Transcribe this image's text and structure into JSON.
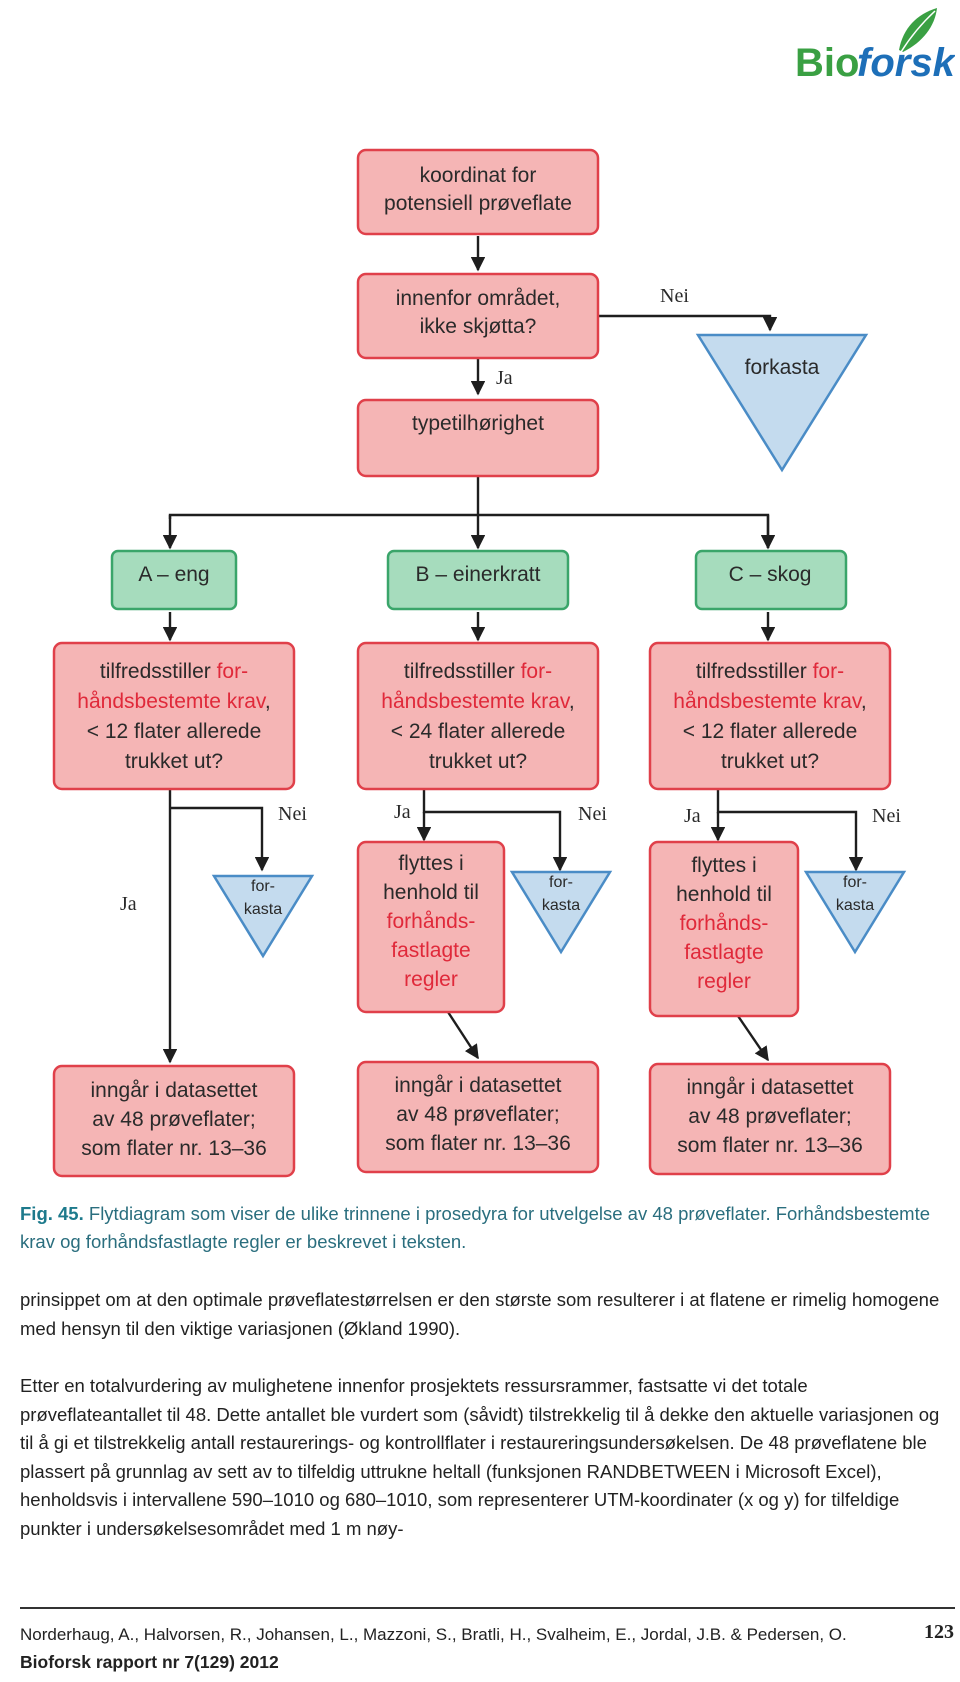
{
  "logo": {
    "text_bio": "Bio",
    "text_forsk": "forsk",
    "color_green": "#3aa043",
    "color_blue": "#1d6fb8"
  },
  "flowchart": {
    "start": [
      "koordinat for",
      "potensiell prøveflate"
    ],
    "check_area": [
      "innenfor området,",
      "ikke skjøtta?"
    ],
    "reject_main": "forkasta",
    "type": "typetilhørighet",
    "label_nei": "Nei",
    "label_ja": "Ja",
    "categories": [
      "A – eng",
      "B – einerkratt",
      "C – skog"
    ],
    "requirement": {
      "part1": "tilfredsstiller ",
      "part2": "for-",
      "part3": "håndsbestemte krav",
      "part4": ",",
      "count_a": "< 12 flater allerede",
      "count_b": "< 24 flater allerede",
      "count_c": "< 12 flater allerede",
      "last": "trukket ut?"
    },
    "reject_small": [
      "for-",
      "kasta"
    ],
    "move": [
      "flyttes i",
      "henhold til",
      "forhånds-",
      "fastlagte",
      "regler"
    ],
    "result": [
      "inngår i datasettet",
      "av 48 prøveflater;",
      "som flater nr. 13–36"
    ]
  },
  "caption": {
    "fig_label": "Fig. 45.",
    "text": " Flytdiagram som viser de ulike trinnene i prosedyra for utvelgelse av 48 prøveflater. Forhånds­bestemte krav og forhåndsfastlagte regler er beskrevet i teksten."
  },
  "body": {
    "para1": "prinsippet om at den optimale prøveflatestørrelsen er den største som resulterer i at flatene er rimelig homogene med hensyn til den viktige variasjonen (Økland 1990).",
    "para2": "Etter en totalvurdering av mulighetene innenfor prosjektets ressursrammer, fastsatte vi det totale prøveflateantallet til 48. Dette antallet ble vurdert som (såvidt) tilstrekkelig til å dekke den aktuelle variasjonen og til å gi et tilstrekkelig antall restaurerings- og kontrollflater i restaureringsundersøk­elsen. De 48 prøveflatene ble plassert på grunnlag av sett av to tilfeldig uttrukne heltall (funksjonen RANDBETWEEN i Microsoft Excel), henholdsvis i intervallene 590–1010 og 680–1010, som re­presenterer UTM-koordinater (x og y) for tilfeldige punkter i undersøkelsesområdet med 1 m nøy-"
  },
  "footer": {
    "authors": "Norderhaug, A., Halvorsen, R., Johansen, L., Mazzoni, S., Bratli, H., Svalheim, E., Jordal, J.B. & Pedersen, O.",
    "page_number": "123",
    "report": "Bioforsk rapport nr 7(129) 2012"
  }
}
